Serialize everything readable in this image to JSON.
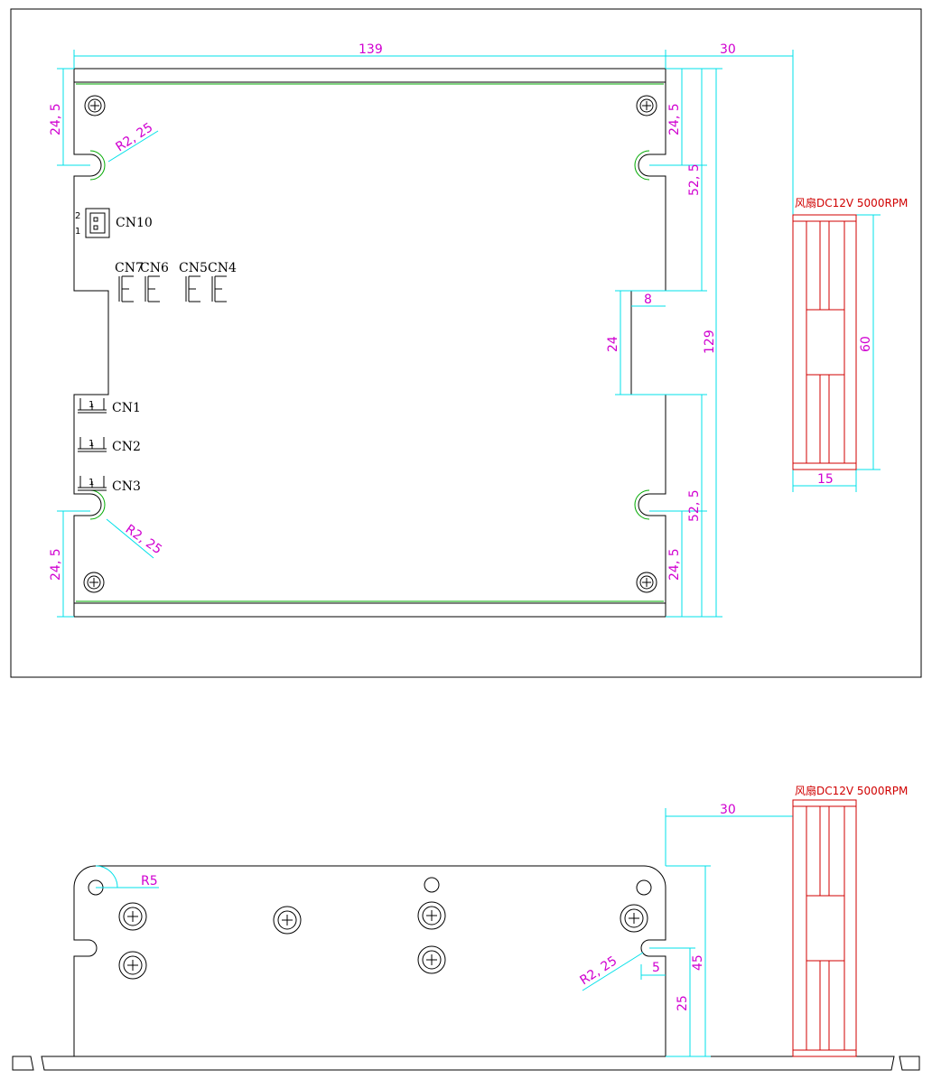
{
  "fan": {
    "label": "风扇DC12V 5000RPM"
  },
  "top_view": {
    "cn10_pin_top": "2",
    "cn10_pin_bottom": "1",
    "connectors": {
      "cn10": "CN10",
      "cn7": "CN7",
      "cn6": "CN6",
      "cn5": "CN5",
      "cn4": "CN4",
      "cn1": "CN1",
      "cn2": "CN2",
      "cn3": "CN3"
    },
    "dims": {
      "width": "139",
      "fan_offset": "30",
      "left_top": "24, 5",
      "left_bottom": "24, 5",
      "radius_top": "R2, 25",
      "radius_bottom": "R2, 25",
      "right_top": "24, 5",
      "right_top_span": "52, 5",
      "height": "129",
      "notch_depth": "8",
      "notch_height": "24",
      "right_bottom_span": "52, 5",
      "right_bottom": "24, 5",
      "fan_height": "60",
      "fan_width": "15"
    }
  },
  "side_view": {
    "dims": {
      "fan_offset": "30",
      "corner_radius": "R5",
      "height": "45",
      "slot_height": "25",
      "slot_depth": "5",
      "slot_radius": "R2, 25"
    }
  }
}
